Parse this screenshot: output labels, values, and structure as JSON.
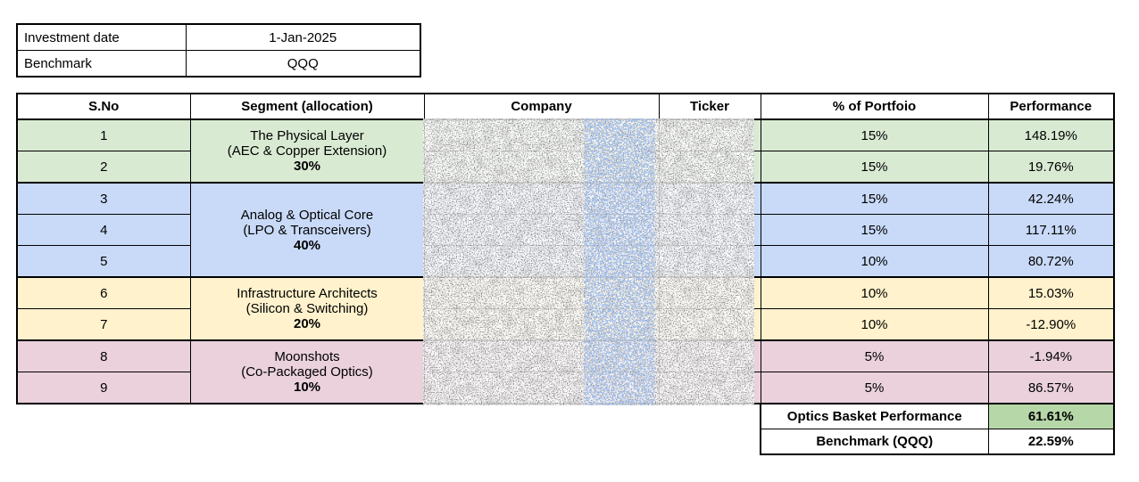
{
  "info_table": {
    "rows": [
      {
        "label": "Investment date",
        "value": "1-Jan-2025"
      },
      {
        "label": "Benchmark",
        "value": "QQQ"
      }
    ]
  },
  "portfolio_table": {
    "headers": {
      "sno": "S.No",
      "segment": "Segment (allocation)",
      "company": "Company",
      "ticker": "Ticker",
      "portfolio_pct": "% of Portfoio",
      "performance": "Performance"
    },
    "groups": [
      {
        "segment_line1": "The Physical Layer",
        "segment_line2": "(AEC & Copper Extension)",
        "allocation": "30%",
        "color": "#d9ead3",
        "rows": [
          {
            "sno": "1",
            "portfolio_pct": "15%",
            "performance": "148.19%"
          },
          {
            "sno": "2",
            "portfolio_pct": "15%",
            "performance": "19.76%"
          }
        ]
      },
      {
        "segment_line1": "Analog & Optical Core",
        "segment_line2": "(LPO & Transceivers)",
        "allocation": "40%",
        "color": "#c9daf8",
        "rows": [
          {
            "sno": "3",
            "portfolio_pct": "15%",
            "performance": "42.24%"
          },
          {
            "sno": "4",
            "portfolio_pct": "15%",
            "performance": "117.11%"
          },
          {
            "sno": "5",
            "portfolio_pct": "10%",
            "performance": "80.72%"
          }
        ]
      },
      {
        "segment_line1": "Infrastructure Architects",
        "segment_line2": "(Silicon & Switching)",
        "allocation": "20%",
        "color": "#fff2cc",
        "rows": [
          {
            "sno": "6",
            "portfolio_pct": "10%",
            "performance": "15.03%"
          },
          {
            "sno": "7",
            "portfolio_pct": "10%",
            "performance": "-12.90%"
          }
        ]
      },
      {
        "segment_line1": "Moonshots",
        "segment_line2": "(Co-Packaged Optics)",
        "allocation": "10%",
        "color": "#ead1dc",
        "rows": [
          {
            "sno": "8",
            "portfolio_pct": "5%",
            "performance": "-1.94%"
          },
          {
            "sno": "9",
            "portfolio_pct": "5%",
            "performance": "86.57%"
          }
        ]
      }
    ],
    "redacted_region": {
      "columns": [
        "Company",
        "Ticker"
      ],
      "appearance": "cell values obscured by illegible speckle noise",
      "noise_accent_color": "#6b8fd8"
    },
    "summary": [
      {
        "label": "Optics Basket Performance",
        "value": "61.61%",
        "value_bg": "#b6d7a8"
      },
      {
        "label": "Benchmark (QQQ)",
        "value": "22.59%",
        "value_bg": "#ffffff"
      }
    ]
  }
}
